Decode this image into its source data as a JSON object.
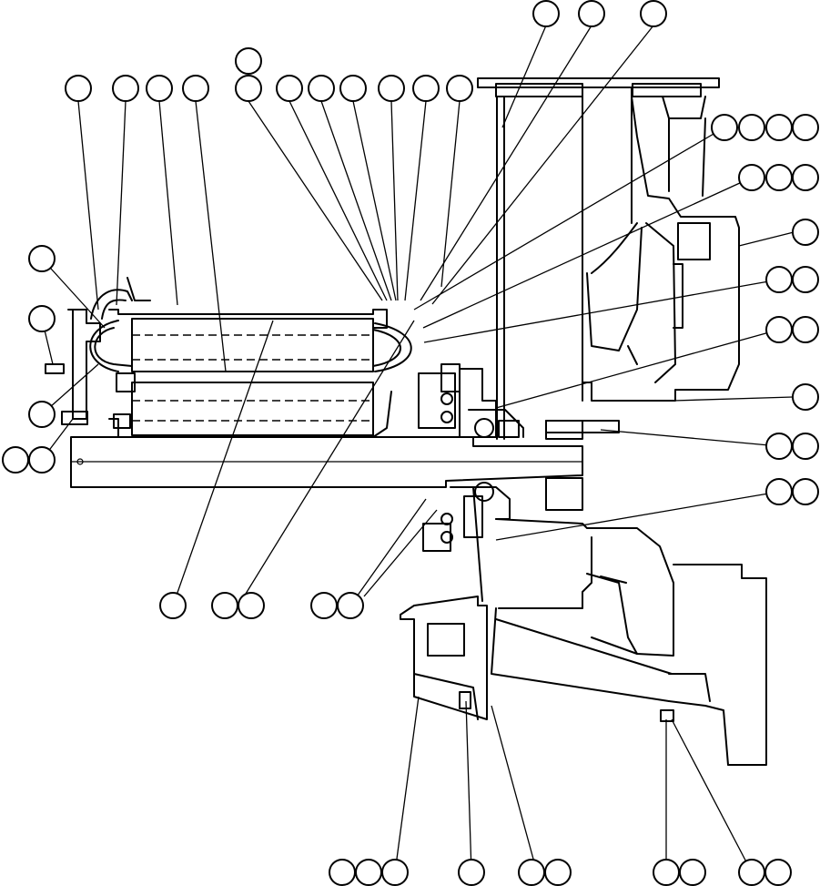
{
  "diagram": {
    "colors": {
      "line": "#000000",
      "background": "#ffffff"
    },
    "callouts": [
      {
        "id": "c-top-1",
        "label": ""
      },
      {
        "id": "c-top-2",
        "label": ""
      },
      {
        "id": "c-top-3",
        "label": ""
      },
      {
        "id": "c-row2-solo",
        "label": ""
      },
      {
        "id": "c-row2-1",
        "label": ""
      },
      {
        "id": "c-row2-2",
        "label": ""
      },
      {
        "id": "c-row2-3",
        "label": ""
      },
      {
        "id": "c-row2-4",
        "label": ""
      },
      {
        "id": "c-row2-5",
        "label": ""
      },
      {
        "id": "c-row2-6",
        "label": ""
      },
      {
        "id": "c-row2-7",
        "label": ""
      },
      {
        "id": "c-row2-8",
        "label": ""
      },
      {
        "id": "c-row2-9",
        "label": ""
      },
      {
        "id": "c-row2-10",
        "label": ""
      },
      {
        "id": "c-row2-11",
        "label": ""
      },
      {
        "id": "c-row2-12",
        "label": ""
      },
      {
        "id": "c-r140-1",
        "label": ""
      },
      {
        "id": "c-r140-2",
        "label": ""
      },
      {
        "id": "c-r140-3",
        "label": ""
      },
      {
        "id": "c-r140-4",
        "label": ""
      },
      {
        "id": "c-r195-1",
        "label": ""
      },
      {
        "id": "c-r195-2",
        "label": ""
      },
      {
        "id": "c-r195-3",
        "label": ""
      },
      {
        "id": "c-r255",
        "label": ""
      },
      {
        "id": "c-r307-1",
        "label": ""
      },
      {
        "id": "c-r307-2",
        "label": ""
      },
      {
        "id": "c-r362-1",
        "label": ""
      },
      {
        "id": "c-r362-2",
        "label": ""
      },
      {
        "id": "c-r436",
        "label": ""
      },
      {
        "id": "c-r490-1",
        "label": ""
      },
      {
        "id": "c-r490-2",
        "label": ""
      },
      {
        "id": "c-r540-1",
        "label": ""
      },
      {
        "id": "c-r540-2",
        "label": ""
      },
      {
        "id": "c-left-285",
        "label": ""
      },
      {
        "id": "c-left-350",
        "label": ""
      },
      {
        "id": "c-left-455",
        "label": ""
      },
      {
        "id": "c-left-505-1",
        "label": ""
      },
      {
        "id": "c-left-505-2",
        "label": ""
      },
      {
        "id": "c-mid-665-1",
        "label": ""
      },
      {
        "id": "c-mid-665-2",
        "label": ""
      },
      {
        "id": "c-mid-665-3",
        "label": ""
      },
      {
        "id": "c-mid-665-4",
        "label": ""
      },
      {
        "id": "c-mid-665-5",
        "label": ""
      },
      {
        "id": "c-bot-1",
        "label": ""
      },
      {
        "id": "c-bot-2",
        "label": ""
      },
      {
        "id": "c-bot-3",
        "label": ""
      },
      {
        "id": "c-bot-4",
        "label": ""
      },
      {
        "id": "c-bot-5",
        "label": ""
      },
      {
        "id": "c-bot-6",
        "label": ""
      },
      {
        "id": "c-bot-7",
        "label": ""
      },
      {
        "id": "c-bot-8",
        "label": ""
      },
      {
        "id": "c-bot-9",
        "label": ""
      },
      {
        "id": "c-bot-10",
        "label": ""
      },
      {
        "id": "c-bot-11",
        "label": ""
      }
    ]
  }
}
